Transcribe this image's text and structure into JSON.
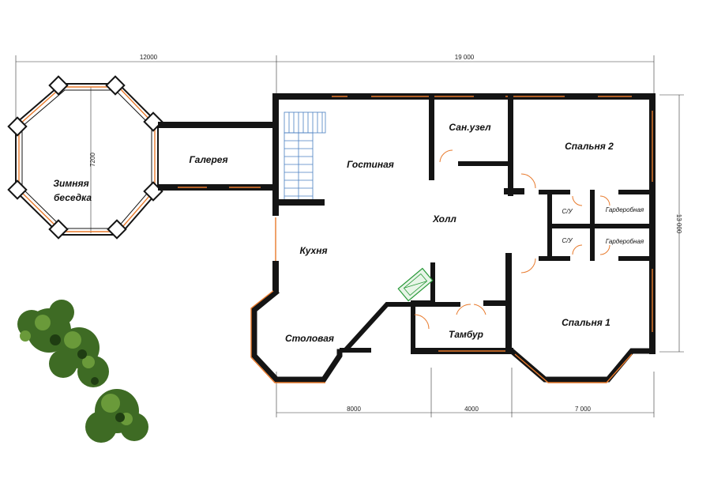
{
  "dimensions": {
    "top_gazebo": "12000",
    "top_house": "19 000",
    "gazebo_height": "7200",
    "house_height": "13 000",
    "bottom_1": "8000",
    "bottom_2": "4000",
    "bottom_3": "7 000"
  },
  "rooms": {
    "winter_gazebo_line1": "Зимняя",
    "winter_gazebo_line2": "беседка",
    "gallery": "Галерея",
    "living_room": "Гостиная",
    "bathroom": "Сан.узел",
    "bedroom2": "Спальня 2",
    "hall": "Холл",
    "wc1": "С/У",
    "wc2": "С/У",
    "wardrobe1": "Гардеробная",
    "wardrobe2": "Гардеробная",
    "kitchen": "Кухня",
    "dining": "Столовая",
    "vestibule": "Тамбур",
    "bedroom1": "Спальня 1"
  },
  "colors": {
    "wall": "#141414",
    "window": "#e87a2c",
    "stairs": "#4a7fc1",
    "fireplace": "#2a9a3a",
    "tree": "#3e6b24"
  }
}
